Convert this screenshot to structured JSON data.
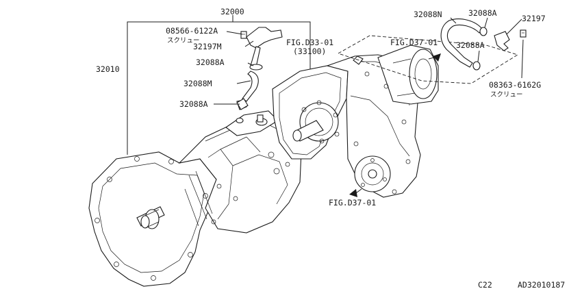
{
  "labels": {
    "p32000": "32000",
    "p32010": "32010",
    "screw1_code": "08566-6122A",
    "screw1_kana": "スクリュー",
    "p32197m": "32197M",
    "p32088a_1": "32088A",
    "p32088m": "32088M",
    "p32088a_2": "32088A",
    "fig_d33": "FIG.D33-01",
    "fig_d33_sub": "(33100)",
    "fig_d37_upper": "FIG.D37-01",
    "fig_d37_lower": "FIG.D37-01",
    "p32088n": "32088N",
    "p32088a_3": "32088A",
    "p32197": "32197",
    "p32088a_4": "32088A",
    "screw2_code": "08363-6162G",
    "screw2_kana": "スクリュー"
  },
  "footer": {
    "page_code": "C22",
    "doc_code": "AD32010187"
  }
}
